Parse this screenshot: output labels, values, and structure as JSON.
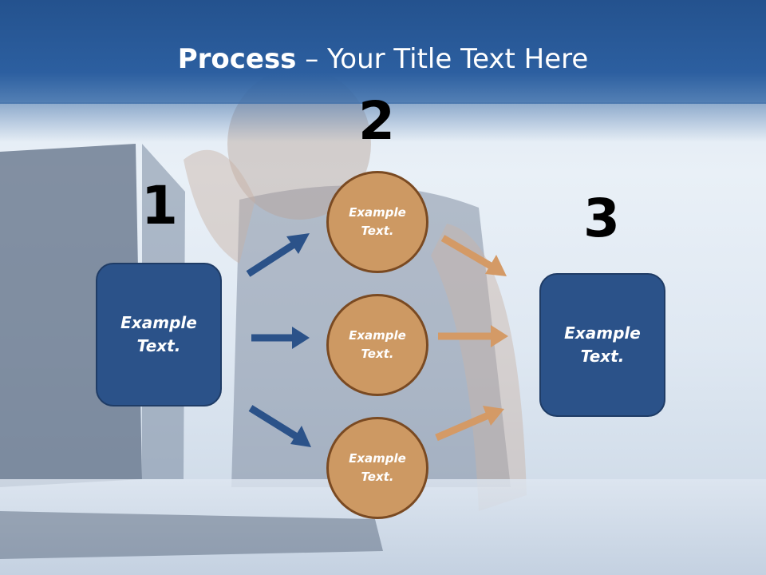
{
  "slide": {
    "title_bold": "Process",
    "title_rest": " – Your Title Text Here"
  },
  "steps": {
    "one": "1",
    "two": "2",
    "three": "3"
  },
  "left_box": {
    "text": "Example Text."
  },
  "circles": [
    {
      "text": "Example Text."
    },
    {
      "text": "Example Text."
    },
    {
      "text": "Example Text."
    }
  ],
  "right_box": {
    "text": "Example Text."
  },
  "colors": {
    "header_blue": "#2c5fa0",
    "box_blue": "#2b5289",
    "circle_tan": "#cd9963",
    "circle_border": "#7a4a22",
    "arrow_blue": "#2b5289",
    "arrow_tan": "#d49a66"
  }
}
